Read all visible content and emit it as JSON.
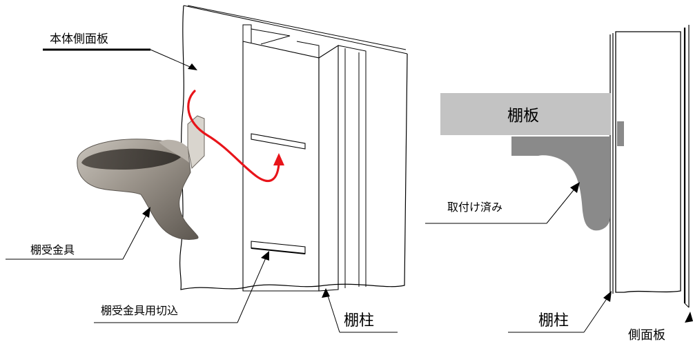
{
  "labels": {
    "side_panel_body": "本体側面板",
    "shelf_bracket": "棚受金具",
    "bracket_slot": "棚受金具用切込",
    "shelf_post_left": "棚柱",
    "shelf_board": "棚板",
    "installed": "取付け済み",
    "shelf_post_right": "棚柱",
    "side_panel": "側面板"
  },
  "colors": {
    "shelf_board": "#c3c3c3",
    "bracket_installed": "#8a8a8a",
    "arrow_red": "#e8141a",
    "bracket_metal": "#9a938a"
  }
}
